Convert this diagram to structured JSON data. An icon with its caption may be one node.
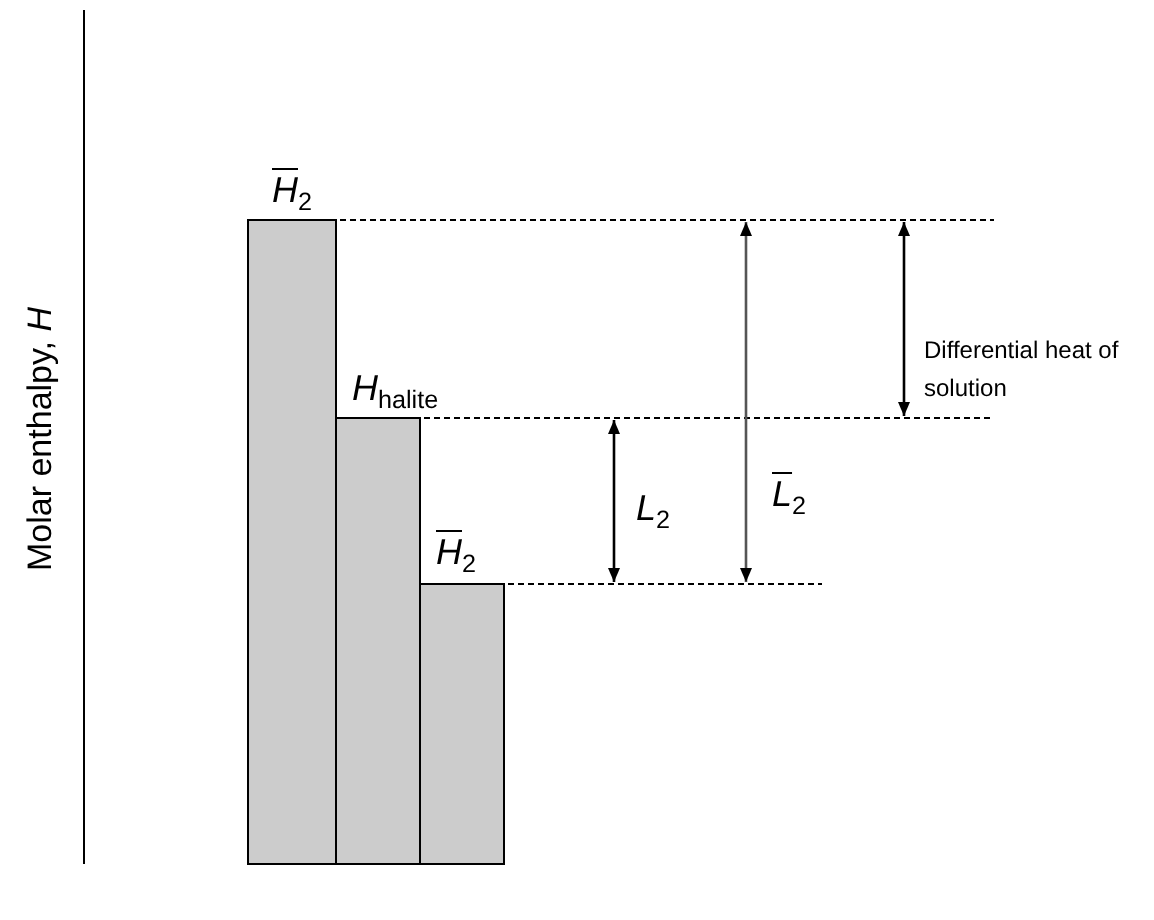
{
  "diagram": {
    "labels": [
      "Molar enthalpy, *H*",
      "*H*$_{2}$",
      "*H*$_{halite}$",
      "*H*$_{2}$",
      "*L*$_{2}$",
      "*L*$_{2}$",
      "Differential heat of solution"
    ]
  }
}
